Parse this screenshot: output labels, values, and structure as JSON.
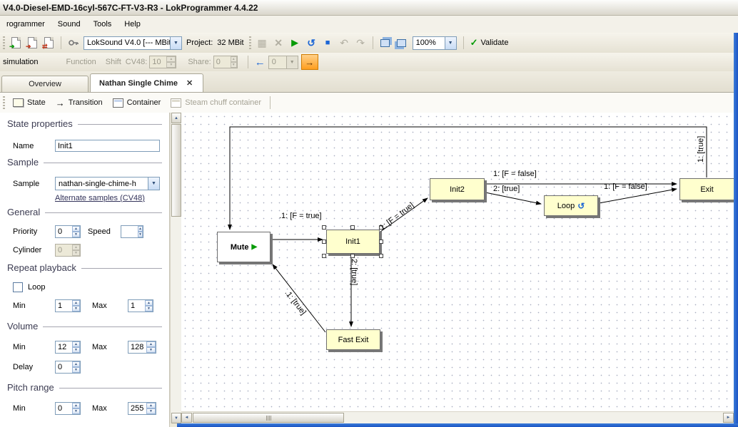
{
  "window": {
    "title": "V4.0-Diesel-EMD-16cyl-567C-FT-V3-R3 - LokProgrammer 4.4.22"
  },
  "menubar": {
    "items": {
      "programmer": "rogrammer",
      "sound": "Sound",
      "tools": "Tools",
      "help": "Help"
    }
  },
  "toolbar": {
    "device_combo": "LokSound V4.0 [--- MBit]",
    "project_label": "Project:",
    "project_value": "32 MBit",
    "zoom_value": "100%",
    "validate_label": "Validate"
  },
  "simulation_bar": {
    "title": "simulation",
    "function_label": "Function",
    "shift_label": "Shift",
    "cv48_label": "CV48:",
    "cv48_value": "10",
    "share_label": "Share:",
    "share_value": "0",
    "step_value": "0"
  },
  "tabs": {
    "overview": "Overview",
    "active": "Nathan Single Chime",
    "close": "✕"
  },
  "diagram_toolbar": {
    "state": "State",
    "transition": "Transition",
    "container": "Container",
    "steam_chuff": "Steam chuff container"
  },
  "properties": {
    "header_state": "State properties",
    "name_label": "Name",
    "name_value": "Init1",
    "header_sample": "Sample",
    "sample_label": "Sample",
    "sample_value": "nathan-single-chime-h",
    "alternate_link": "Alternate samples (CV48)",
    "header_general": "General",
    "priority_label": "Priority",
    "priority_value": "0",
    "speed_label": "Speed",
    "speed_value": "",
    "cylinder_label": "Cylinder",
    "cylinder_value": "0",
    "header_repeat": "Repeat playback",
    "loop_label": "Loop",
    "repeat_min_label": "Min",
    "repeat_min_value": "1",
    "repeat_max_label": "Max",
    "repeat_max_value": "1",
    "header_volume": "Volume",
    "volume_min_label": "Min",
    "volume_min_value": "12",
    "volume_max_label": "Max",
    "volume_max_value": "128",
    "delay_label": "Delay",
    "delay_value": "0",
    "header_pitch": "Pitch range",
    "pitch_min_label": "Min",
    "pitch_min_value": "0",
    "pitch_max_label": "Max",
    "pitch_max_value": "255"
  },
  "canvas": {
    "nodes": [
      {
        "id": "mute",
        "label": "Mute"
      },
      {
        "id": "init1",
        "label": "Init1",
        "selected": true
      },
      {
        "id": "init2",
        "label": "Init2"
      },
      {
        "id": "loop",
        "label": "Loop"
      },
      {
        "id": "exit",
        "label": "Exit"
      },
      {
        "id": "fast_exit",
        "label": "Fast Exit"
      }
    ],
    "edges": [
      {
        "from": "mute",
        "to": "init1",
        "label": ".1: [F = true]"
      },
      {
        "from": "init1",
        "to": "init2",
        "label": "1: [F = true]"
      },
      {
        "from": "init2",
        "to": "exit",
        "label": "1: [F = false]"
      },
      {
        "from": "init2",
        "to": "loop",
        "label": "2: [true]"
      },
      {
        "from": "loop",
        "to": "exit",
        "label": "1: [F = false]"
      },
      {
        "from": "init1",
        "to": "fast_exit",
        "label": "2: [true]"
      },
      {
        "from": "fast_exit",
        "to": "mute",
        "label": ".1: [true]"
      },
      {
        "from": "exit",
        "to": "mute",
        "label": "1: [true]"
      }
    ]
  },
  "colors": {
    "node_fill": "#ffffce",
    "play_green": "#089b08",
    "loop_blue": "#1b66d6",
    "validate_green": "#089b08",
    "highlight_orange": "#ff9e1f",
    "window_border_blue": "#1c54c4"
  }
}
